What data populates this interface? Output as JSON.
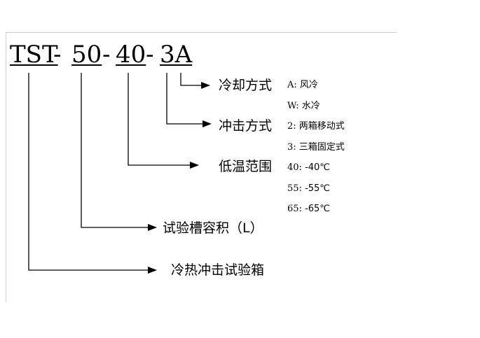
{
  "model": {
    "seg1": "TST",
    "dash1": "-",
    "seg2": "50",
    "dash2": "-",
    "seg3": "40",
    "dash3": "-",
    "seg4": "3A"
  },
  "labels": {
    "cooling": "冷却方式",
    "impact": "冲击方式",
    "temperature": "低温范围",
    "volume": "试验槽容积（L）",
    "product": "冷热冲击试验箱"
  },
  "options": {
    "cooling": [
      {
        "code": "A:",
        "text": "风冷"
      },
      {
        "code": "W:",
        "text": "水冷"
      }
    ],
    "impact": [
      {
        "code": "2:",
        "text": "两箱移动式"
      },
      {
        "code": "3:",
        "text": "三箱固定式"
      }
    ],
    "temperature": [
      {
        "code": "40:",
        "text": "-40℃"
      },
      {
        "code": "55:",
        "text": "-55℃"
      },
      {
        "code": "65:",
        "text": "-65℃"
      }
    ]
  }
}
